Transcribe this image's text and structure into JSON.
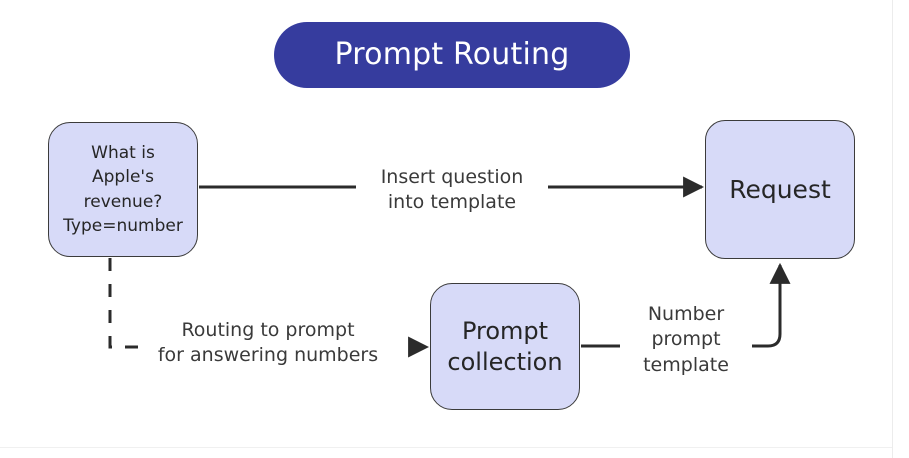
{
  "diagram": {
    "title": "Prompt Routing",
    "title_bg": "#363c9e",
    "title_color": "#ffffff",
    "node_fill": "#d7daf8",
    "node_stroke": "#3b3b3b",
    "connector_color": "#2b2b2b",
    "canvas_bg": "#ffffff"
  },
  "nodes": {
    "question": {
      "name": "question-node",
      "lines": [
        "What is",
        "Apple's",
        "revenue?",
        "Type=number"
      ]
    },
    "request": {
      "name": "request-node",
      "lines": [
        "Request"
      ]
    },
    "collection": {
      "name": "prompt-collection-node",
      "lines": [
        "Prompt",
        "collection"
      ]
    }
  },
  "edges": {
    "insert": {
      "name": "insert-question-edge",
      "lines": [
        "Insert question",
        "into template"
      ],
      "style": "solid-arrow"
    },
    "routing": {
      "name": "routing-edge",
      "lines": [
        "Routing to prompt",
        "for answering numbers"
      ],
      "style": "dashed-arrow"
    },
    "number_template": {
      "name": "number-prompt-template-edge",
      "lines": [
        "Number",
        "prompt",
        "template"
      ],
      "style": "solid-arrow"
    }
  }
}
